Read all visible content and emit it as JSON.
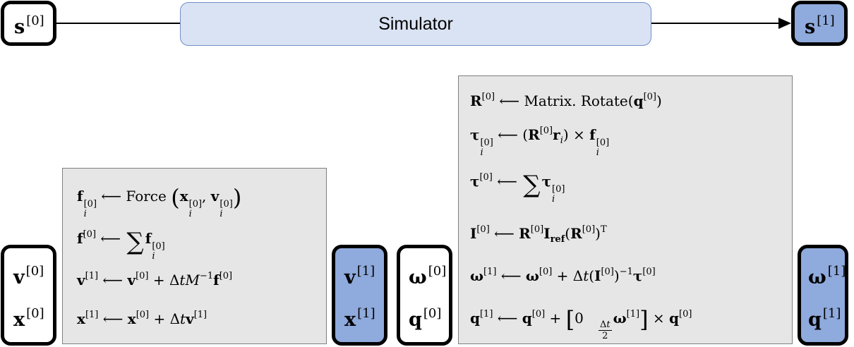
{
  "top": {
    "state_in": "s",
    "state_in_idx": "[0]",
    "simulator_label": "Simulator",
    "state_out": "s",
    "state_out_idx": "[1]"
  },
  "translation": {
    "inputs": [
      {
        "sym": "v",
        "idx": "[0]"
      },
      {
        "sym": "x",
        "idx": "[0]"
      }
    ],
    "outputs": [
      {
        "sym": "v",
        "idx": "[1]"
      },
      {
        "sym": "x",
        "idx": "[1]"
      }
    ],
    "eq_force_fn": "Force",
    "eq_sum": "∑",
    "eq_dt": "Δ",
    "eq_M": "M",
    "eq_inv": "−1"
  },
  "rotation": {
    "inputs": [
      {
        "sym": "ω",
        "idx": "[0]"
      },
      {
        "sym": "q",
        "idx": "[0]"
      }
    ],
    "outputs": [
      {
        "sym": "ω",
        "idx": "[1]"
      },
      {
        "sym": "q",
        "idx": "[1]"
      }
    ],
    "eq_rotate_fn": "Matrix. Rotate",
    "eq_ref": "ref",
    "eq_T": "T",
    "eq_zero": "0",
    "eq_two": "2"
  },
  "colors": {
    "output_fill": "#8faadc",
    "simulator_fill": "#dae3f3",
    "panel_fill": "#e7e6e6"
  }
}
